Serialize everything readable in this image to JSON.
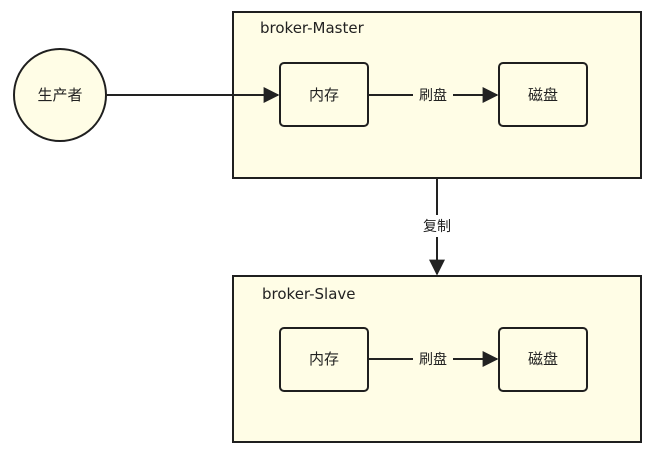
{
  "colors": {
    "fill": "#fffde6",
    "stroke": "#1f1f1f",
    "edge": "#222222"
  },
  "producer": {
    "label": "生产者"
  },
  "master": {
    "title": "broker-Master",
    "memory": "内存",
    "disk": "磁盘",
    "flush": "刷盘"
  },
  "replication": {
    "label": "复制"
  },
  "slave": {
    "title": "broker-Slave",
    "memory": "内存",
    "disk": "磁盘",
    "flush": "刷盘"
  }
}
